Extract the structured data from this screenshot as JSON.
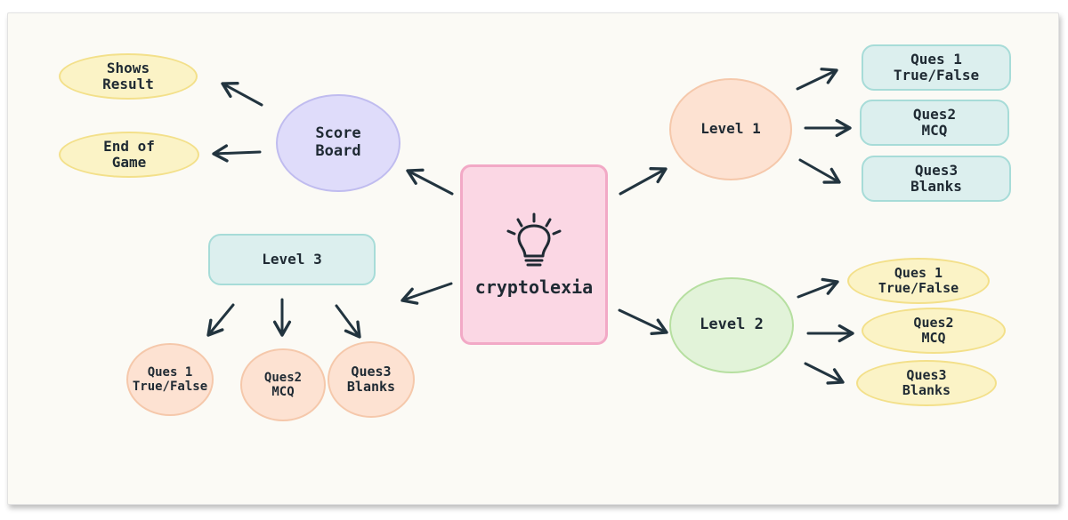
{
  "title": "cryptolexia",
  "scoreboard": {
    "label": "Score\nBoard",
    "children": [
      "Shows\nResult",
      "End of\nGame"
    ]
  },
  "level1": {
    "label": "Level 1",
    "questions": [
      "Ques 1\nTrue/False",
      "Ques2\nMCQ",
      "Ques3\nBlanks"
    ]
  },
  "level2": {
    "label": "Level 2",
    "questions": [
      "Ques 1\nTrue/False",
      "Ques2\nMCQ",
      "Ques3\nBlanks"
    ]
  },
  "level3": {
    "label": "Level 3",
    "questions": [
      "Ques 1\nTrue/False",
      "Ques2\nMCQ",
      "Ques3\nBlanks"
    ]
  },
  "colors": {
    "arrow": "#22343f",
    "center": "#fbd7e4",
    "scoreboard": "#dfdcfa",
    "level1": "#fde2d2",
    "level2": "#e2f3d9",
    "level3": "#dcefee"
  },
  "icons": {
    "center": "lightbulb-icon"
  }
}
